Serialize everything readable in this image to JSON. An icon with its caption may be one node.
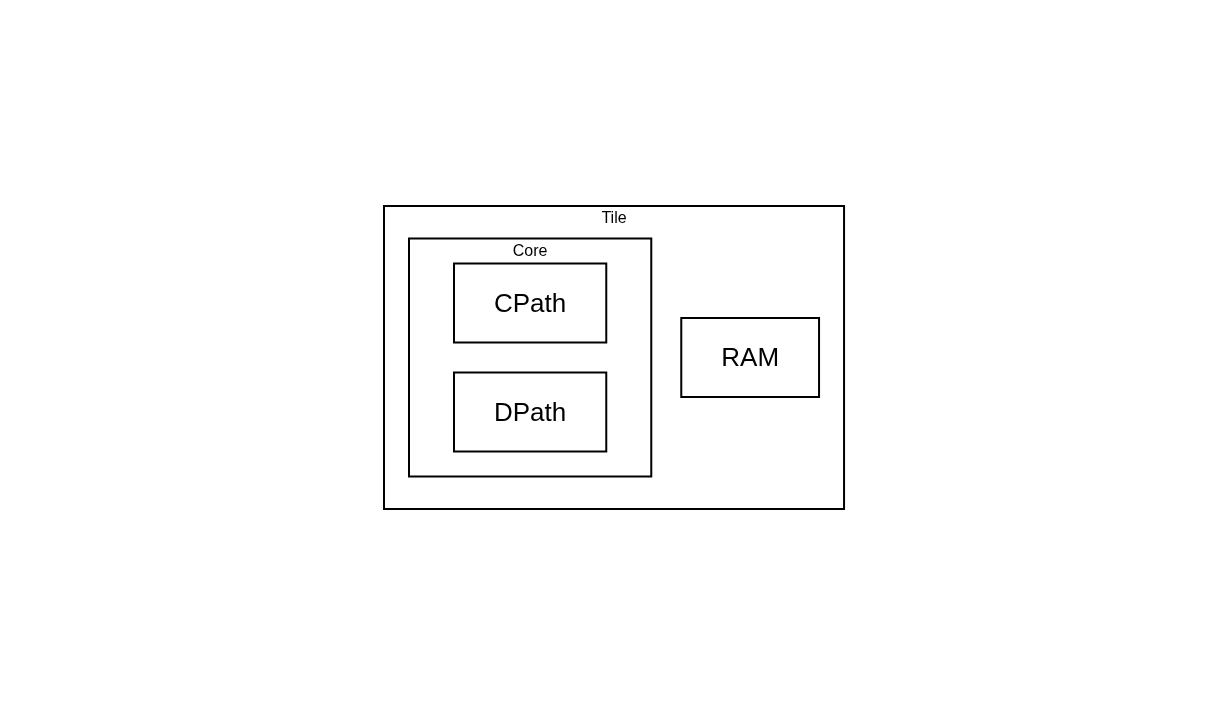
{
  "diagram": {
    "nodes": [
      {
        "text": [
          "Tile"
        ]
      },
      {
        "text": [
          "Core"
        ],
        "in": 0
      },
      {
        "text": [
          "CPath"
        ],
        "in": 1
      },
      {
        "text": [
          "DPath"
        ],
        "in": 1
      },
      {
        "text": [
          "RAM"
        ],
        "in": 0
      }
    ]
  }
}
